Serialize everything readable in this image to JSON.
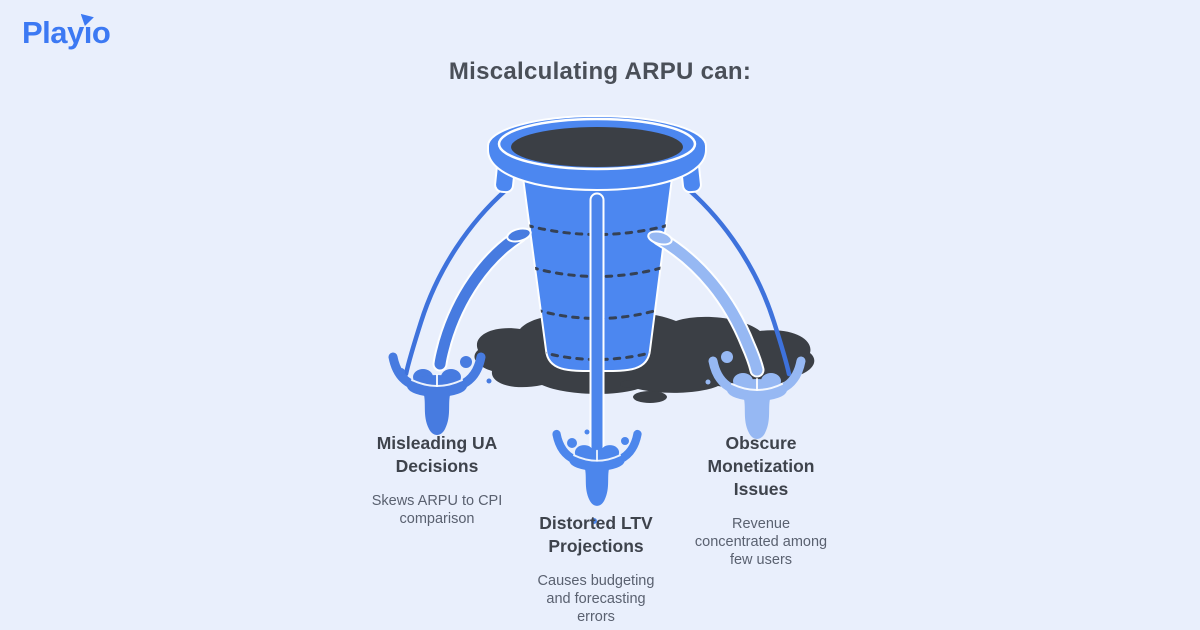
{
  "logo": {
    "name": "Playio",
    "part_1": "Play",
    "part_i": "ı",
    "part_2": "o",
    "icon": "play-triangle-icon"
  },
  "title": "Miscalculating ARPU can:",
  "illustration": {
    "name": "leaky-bucket",
    "streams": [
      "left",
      "middle",
      "right"
    ]
  },
  "consequences": [
    {
      "heading": "Misleading UA\nDecisions",
      "description": "Skews ARPU to CPI\ncomparison"
    },
    {
      "heading": "Distorted LTV\nProjections",
      "description": "Causes budgeting\nand forecasting\nerrors"
    },
    {
      "heading": "Obscure\nMonetization\nIssues",
      "description": "Revenue\nconcentrated among\nfew users"
    }
  ],
  "colors": {
    "bg": "#E9EFFC",
    "brand": "#3C79F3",
    "bucket": "#4C87F0",
    "dark": "#3B3F45",
    "stream-left": "#477BE0",
    "stream-mid": "#4C86EC",
    "stream-right": "#96B8F3",
    "wire": "#3E72DC",
    "title-color": "#4A4F58",
    "heading": "#3E434C",
    "subtext": "#5A6170"
  }
}
